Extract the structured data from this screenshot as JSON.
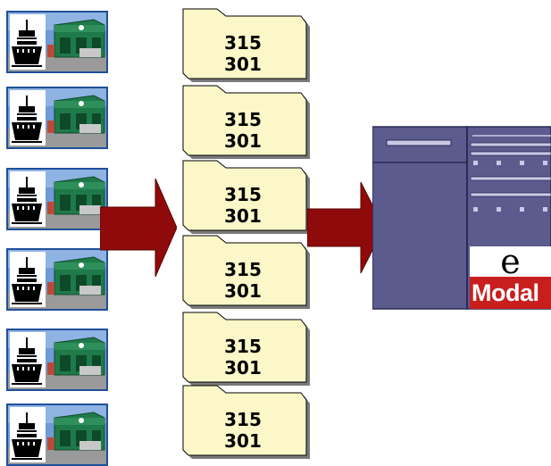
{
  "terminals": [
    {
      "icon": "ship-terminal-icon"
    },
    {
      "icon": "ship-terminal-icon"
    },
    {
      "icon": "ship-terminal-icon"
    },
    {
      "icon": "ship-terminal-icon"
    },
    {
      "icon": "ship-terminal-icon"
    },
    {
      "icon": "ship-terminal-icon"
    }
  ],
  "folders": [
    {
      "line1": "315",
      "line2": "301"
    },
    {
      "line1": "315",
      "line2": "301"
    },
    {
      "line1": "315",
      "line2": "301"
    },
    {
      "line1": "315",
      "line2": "301"
    },
    {
      "line1": "315",
      "line2": "301"
    },
    {
      "line1": "315",
      "line2": "301"
    }
  ],
  "server": {
    "icon": "server-icon",
    "logo_top": "e",
    "logo_bottom": "Modal"
  },
  "colors": {
    "arrow": "#8f0a0a",
    "folder_fill": "#fbf7c8",
    "server_fill": "#5b5b8e",
    "terminal_border": "#1f4f9a",
    "logo_red": "#c81e1e"
  }
}
